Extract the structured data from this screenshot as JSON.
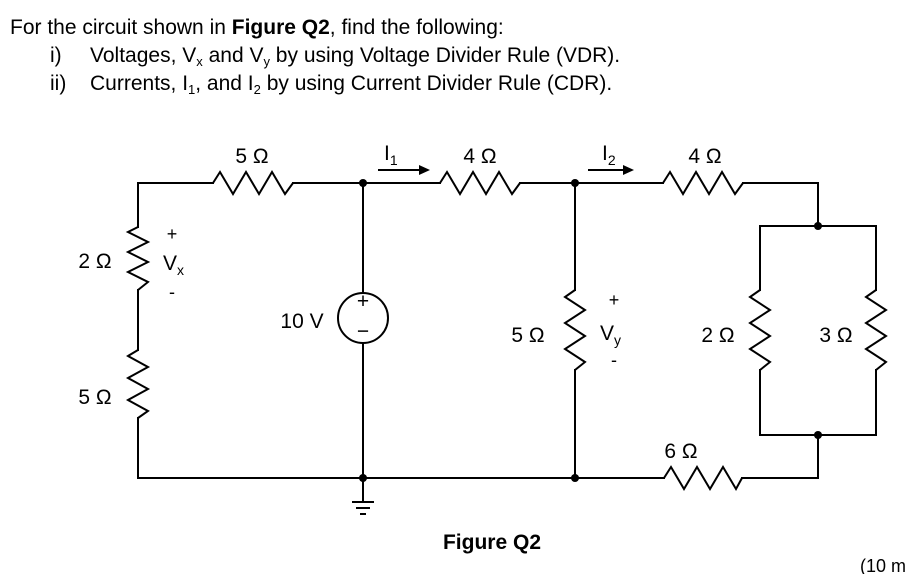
{
  "question": {
    "intro_prefix": "For the circuit shown in ",
    "intro_bold": "Figure Q2",
    "intro_suffix": ", find the following:",
    "item1_number": "i)",
    "item1_a": "Voltages, V",
    "item1_sub1": "x",
    "item1_b": " and V",
    "item1_sub2": "y",
    "item1_c": " by using Voltage Divider Rule (VDR).",
    "item2_number": "ii)",
    "item2_a": "Currents, I",
    "item2_sub1": "1",
    "item2_b": ", and I",
    "item2_sub2": "2",
    "item2_c": " by using Current Divider Rule (CDR)."
  },
  "circuit": {
    "r_top_left": "5 Ω",
    "r_top_mid": "4 Ω",
    "r_top_right": "4 Ω",
    "r_left_upper": "2 Ω",
    "r_left_lower": "5 Ω",
    "r_mid_vertical": "5 Ω",
    "r_parallel_left": "2 Ω",
    "r_parallel_right": "3 Ω",
    "r_bottom": "6 Ω",
    "source_label": "10 V",
    "source_plus": "+",
    "source_minus": "−",
    "vx_plus": "+",
    "vx_main": "V",
    "vx_sub": "x",
    "vx_minus": "-",
    "vy_plus": "+",
    "vy_main": "V",
    "vy_sub": "y",
    "vy_minus": "-",
    "i1_main": "I",
    "i1_sub": "1",
    "i2_main": "I",
    "i2_sub": "2"
  },
  "figure_caption": "Figure Q2",
  "marks_partial": "(10 m"
}
